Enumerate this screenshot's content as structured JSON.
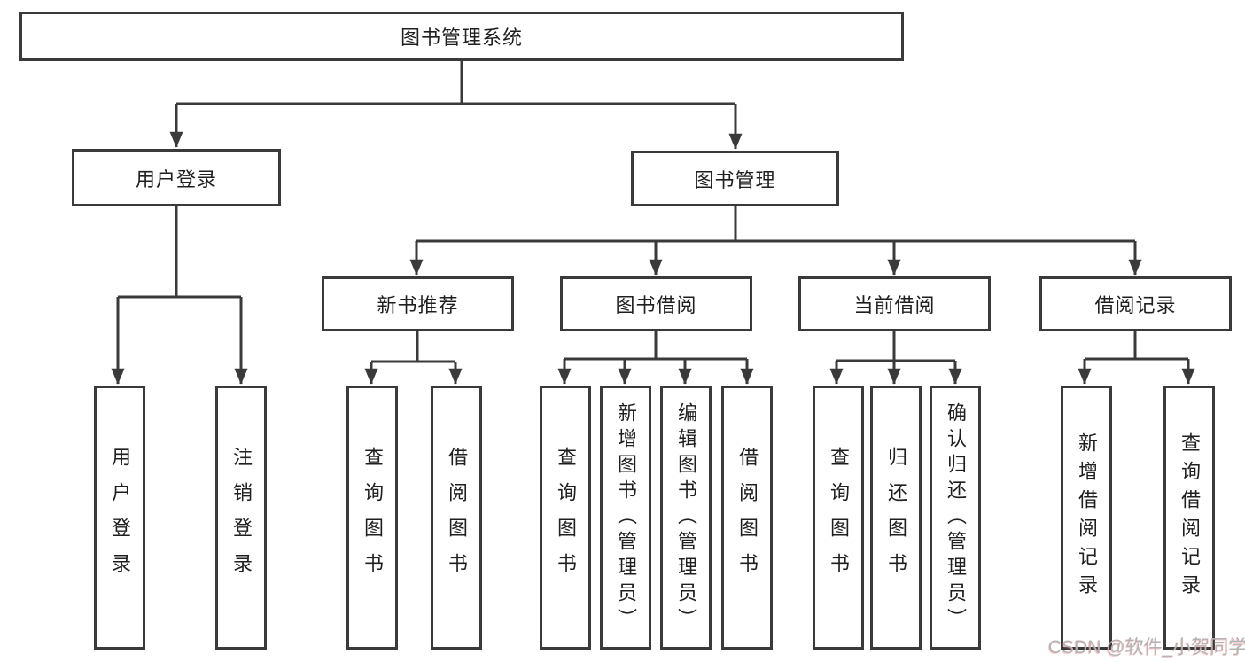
{
  "colors": {
    "line": "#3a3a3a",
    "text": "#1f1f1f",
    "bg": "#ffffff",
    "wm": "#b3b3b3"
  },
  "tree": {
    "root": "图书管理系统",
    "branches": [
      {
        "label": "用户登录",
        "children": [
          "用户登录",
          "注销登录"
        ]
      },
      {
        "label": "图书管理",
        "groups": [
          {
            "label": "新书推荐",
            "children": [
              "查询图书",
              "借阅图书"
            ]
          },
          {
            "label": "图书借阅",
            "children": [
              "查询图书",
              "新增图书（管理员）",
              "编辑图书（管理员）",
              "借阅图书"
            ]
          },
          {
            "label": "当前借阅",
            "children": [
              "查询图书",
              "归还图书",
              "确认归还（管理员）"
            ]
          },
          {
            "label": "借阅记录",
            "children": [
              "新增借阅记录",
              "查询借阅记录"
            ]
          }
        ]
      }
    ]
  },
  "watermark": "CSDN @软件_小贺同学"
}
